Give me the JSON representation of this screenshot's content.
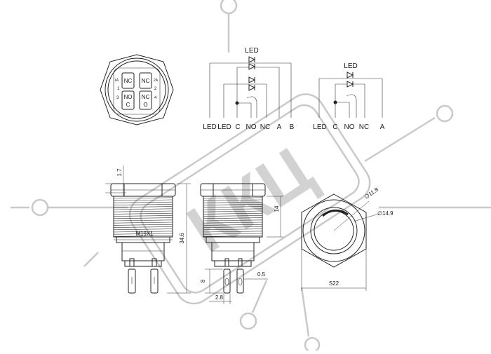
{
  "watermark": {
    "text": "ККЦ"
  },
  "top_view": {
    "terminals": [
      "NC",
      "NC",
      "NO",
      "NC",
      "C",
      "O"
    ],
    "pin_numbers": [
      "1",
      "2",
      "3",
      "4"
    ],
    "pin_labels": [
      "1A",
      "2A"
    ]
  },
  "schematic_left": {
    "led_label": "LED",
    "pins": [
      "LED",
      "LED",
      "C",
      "NO",
      "NC",
      "A",
      "B"
    ]
  },
  "schematic_right": {
    "led_label": "LED",
    "pins": [
      "LED",
      "C",
      "NO",
      "NC",
      "A"
    ]
  },
  "dimensions": {
    "cap_height": "1.7",
    "thread": "M19X1",
    "total_length": "34.6",
    "thread_length": "14",
    "pin_length": "8",
    "pin_thickness": "0.5",
    "pin_pitch": "2.8",
    "inner_diameter": "∅11.8",
    "outer_diameter": "∅14.9",
    "hex_size": "S22"
  },
  "colors": {
    "line": "#222222",
    "watermark": "#c9c9c9"
  }
}
